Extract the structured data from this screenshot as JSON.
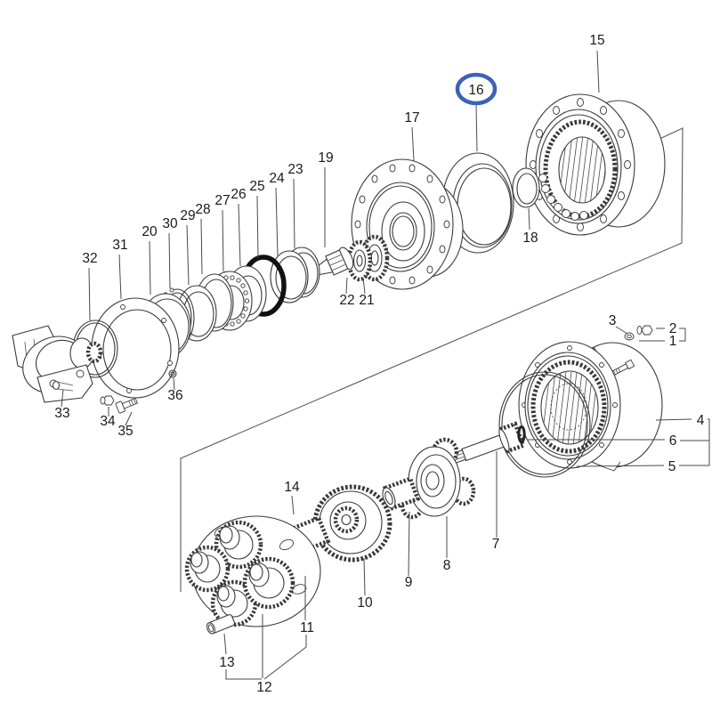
{
  "diagram": {
    "type": "exploded-parts-diagram",
    "background": "#ffffff",
    "line_color": "#3a3a3a",
    "highlight": {
      "part_number": "16",
      "shape": "ellipse",
      "color": "#3b63b5"
    },
    "callouts": {
      "c1": "1",
      "c2": "2",
      "c3": "3",
      "c4": "4",
      "c5": "5",
      "c6": "6",
      "c7": "7",
      "c8": "8",
      "c9": "9",
      "c10": "10",
      "c11": "11",
      "c12": "12",
      "c13": "13",
      "c14": "14",
      "c15": "15",
      "c16": "16",
      "c17": "17",
      "c18": "18",
      "c19": "19",
      "c20": "20",
      "c21": "21",
      "c22": "22",
      "c23": "23",
      "c24": "24",
      "c25": "25",
      "c26": "26",
      "c27": "27",
      "c28": "28",
      "c29": "29",
      "c30": "30",
      "c31": "31",
      "c32": "32",
      "c33": "33",
      "c34": "34",
      "c35": "35",
      "c36": "36"
    }
  }
}
